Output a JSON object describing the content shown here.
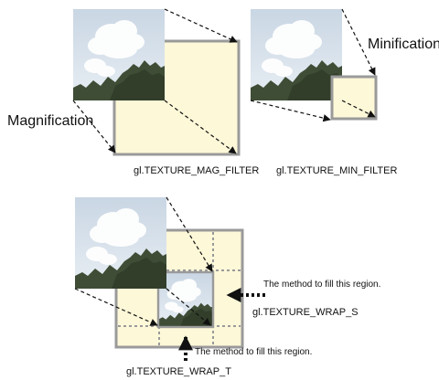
{
  "labels": {
    "magnification": "Magnification",
    "minification": "Minification",
    "mag_filter": "gl.TEXTURE_MAG_FILTER",
    "min_filter": "gl.TEXTURE_MIN_FILTER",
    "fill_s": "The method to fill this region.",
    "wrap_s": "gl.TEXTURE_WRAP_S",
    "fill_t": "The method to fill this region.",
    "wrap_t": "gl.TEXTURE_WRAP_T"
  },
  "colors": {
    "fill_region": "#fdf8d8",
    "border": "#9a9a9a",
    "sky_top": "#c9d6e3",
    "sky_bottom": "#e7edf3",
    "cloud": "#ffffff",
    "trees": "#3f4d36",
    "arrow": "#111111"
  }
}
